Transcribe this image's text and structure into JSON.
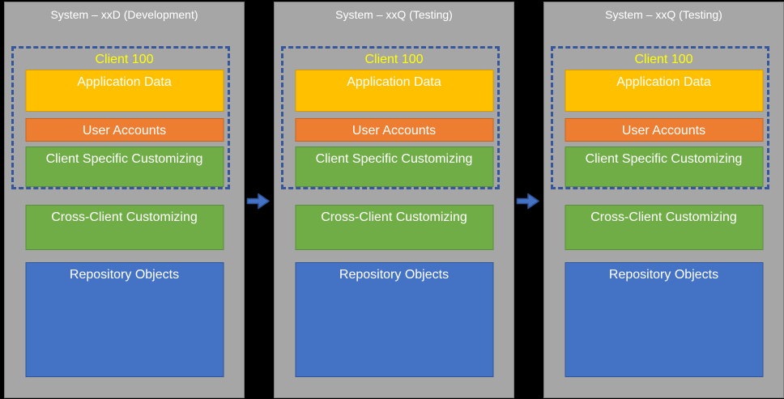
{
  "page": {
    "background": "#000000",
    "description": "Three-system SAP transport landscape diagram"
  },
  "colors": {
    "panel_fill": "#A6A6A6",
    "panel_border": "#7F7F7F",
    "application_data_fill": "#FFC000",
    "user_accounts_fill": "#ED7D31",
    "customizing_fill": "#70AD47",
    "repository_fill": "#4472C4",
    "client_dashed_border": "#35569B",
    "client_label_text": "#FFFF00",
    "box_text": "#FFFFFF",
    "arrow_fill": "#4472C4",
    "arrow_border": "#2F5597"
  },
  "systems": [
    {
      "title": "System – xxD (Development)",
      "client_label": "Client 100",
      "application_data": "Application Data",
      "user_accounts": "User Accounts",
      "client_specific_customizing": "Client Specific Customizing",
      "cross_client_customizing": "Cross-Client Customizing",
      "repository_objects": "Repository Objects"
    },
    {
      "title": "System – xxQ (Testing)",
      "client_label": "Client 100",
      "application_data": "Application Data",
      "user_accounts": "User Accounts",
      "client_specific_customizing": "Client Specific Customizing",
      "cross_client_customizing": "Cross-Client Customizing",
      "repository_objects": "Repository Objects"
    },
    {
      "title": "System – xxQ (Testing)",
      "client_label": "Client 100",
      "application_data": "Application Data",
      "user_accounts": "User Accounts",
      "client_specific_customizing": "Client Specific Customizing",
      "cross_client_customizing": "Cross-Client Customizing",
      "repository_objects": "Repository Objects"
    }
  ],
  "arrows": [
    {
      "name": "transport-arrow-1",
      "direction": "right"
    },
    {
      "name": "transport-arrow-2",
      "direction": "right"
    }
  ]
}
